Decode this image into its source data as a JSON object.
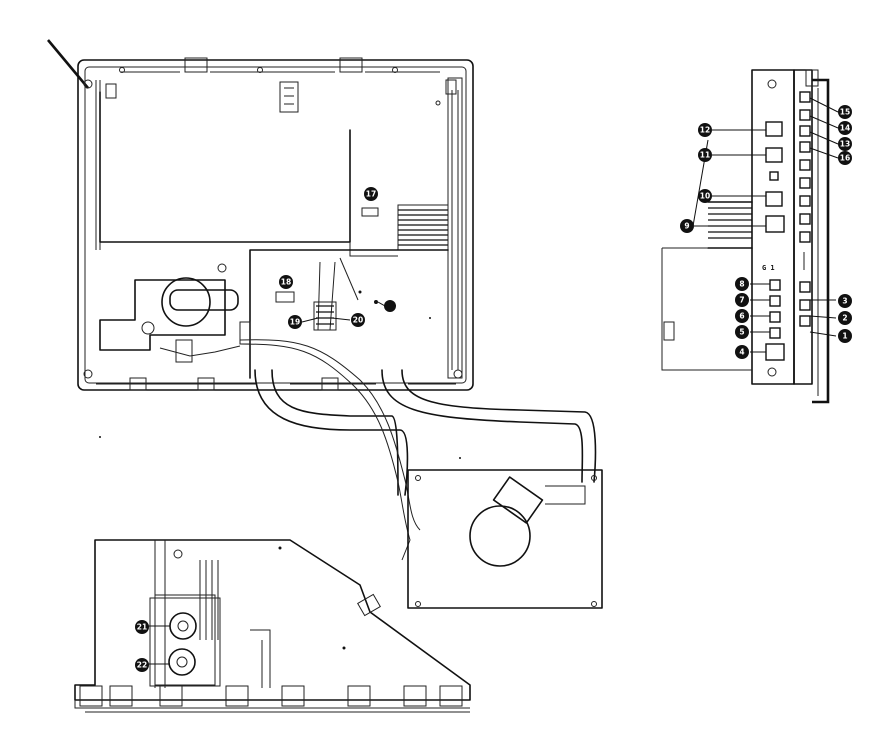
{
  "callouts": {
    "c1": "1",
    "c2": "2",
    "c3": "3",
    "c4": "4",
    "c5": "5",
    "c6": "6",
    "c7": "7",
    "c8": "8",
    "c9": "9",
    "c10": "10",
    "c11": "11",
    "c12": "12",
    "c13": "13",
    "c14": "14",
    "c15": "15",
    "c16": "16",
    "c17": "17",
    "c18": "18",
    "c19": "19",
    "c20": "20",
    "c21": "21",
    "c22": "22"
  },
  "panel_tag": "G 1"
}
